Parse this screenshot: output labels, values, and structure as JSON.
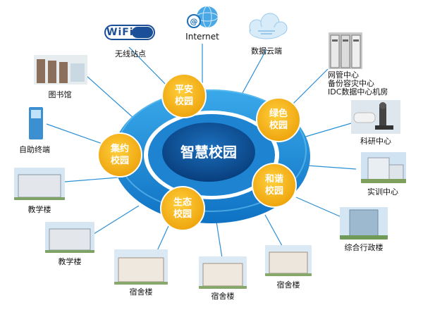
{
  "hub": {
    "center": "智慧校园"
  },
  "badges": {
    "pingan": [
      "平安",
      "校园"
    ],
    "lvse": [
      "绿色",
      "校园"
    ],
    "hexie": [
      "和谐",
      "校园"
    ],
    "shengtai": [
      "生态",
      "校园"
    ],
    "jiyue": [
      "集约",
      "校园"
    ]
  },
  "nodes": {
    "wifi_logo": "WiFi",
    "wifi": "无线站点",
    "internet": "Internet",
    "cloud": "数据云端",
    "network_center": [
      "网管中心",
      "备份容灾中心",
      "IDC数据中心机房"
    ],
    "research": "科研中心",
    "training": "实训中心",
    "admin": "综合行政楼",
    "dorm_right": "宿舍楼",
    "dorm_mid": "宿舍楼",
    "dorm_left": "宿舍楼",
    "teaching_low": "教学楼",
    "teaching_high": "教学楼",
    "terminal": "自助终端",
    "library": "图书馆"
  },
  "colors": {
    "ring_outer": "#1d8fd8",
    "ring_inner": "#0e5ea8",
    "hub": "#0a4f96",
    "badge": "#f4b51c",
    "line": "#2b8fd6"
  }
}
